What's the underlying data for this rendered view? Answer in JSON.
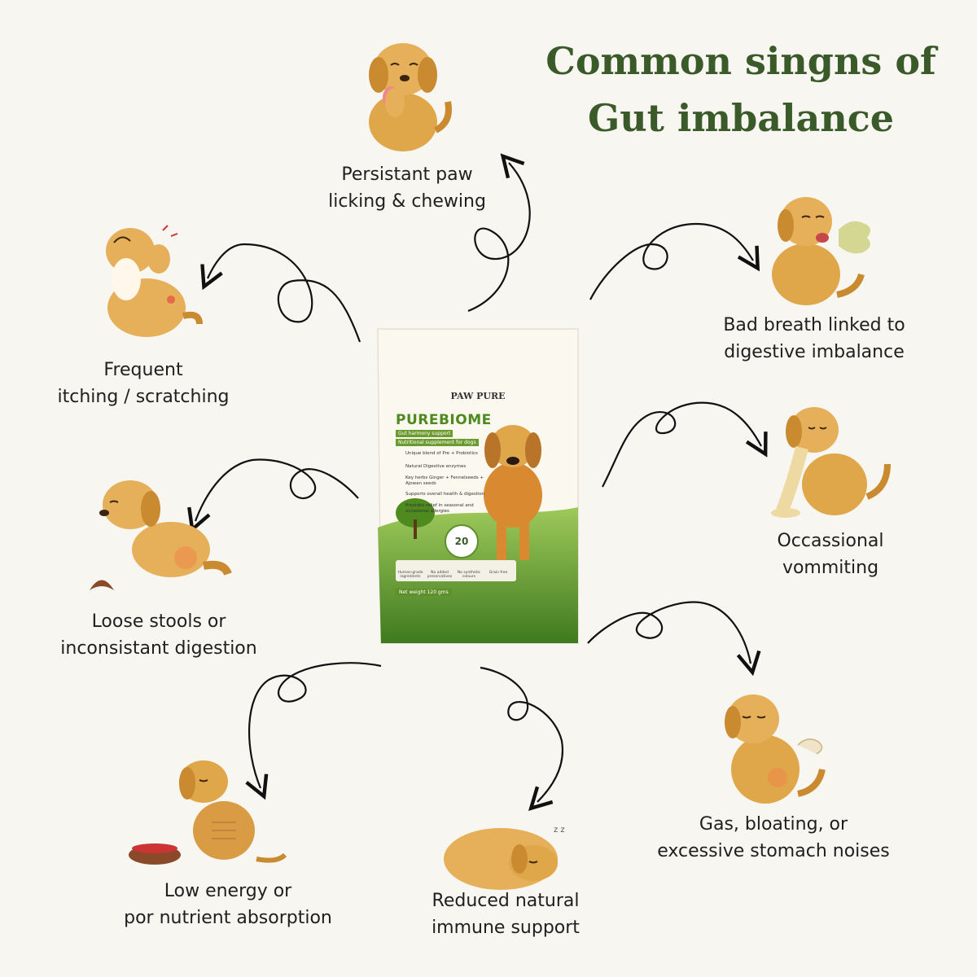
{
  "title": {
    "line1": "Common singns of",
    "line2": "Gut imbalance"
  },
  "symptoms": {
    "paw_licking": {
      "line1": "Persistant paw",
      "line2": "licking & chewing"
    },
    "itching": {
      "line1": "Frequent",
      "line2": "itching / scratching"
    },
    "bad_breath": {
      "line1": "Bad breath linked to",
      "line2": "digestive imbalance"
    },
    "vomiting": {
      "line1": "Occassional",
      "line2": "vommiting"
    },
    "loose_stools": {
      "line1": "Loose stools or",
      "line2": "inconsistant digestion"
    },
    "gas": {
      "line1": "Gas, bloating, or",
      "line2": "excessive stomach noises"
    },
    "low_energy": {
      "line1": "Low energy or",
      "line2": "por nutrient absorption"
    },
    "immune": {
      "line1": "Reduced natural",
      "line2": "immune support"
    }
  },
  "product": {
    "brand": "PAW PURE",
    "name": "PUREBIOME",
    "tagline": "Gut harmony support",
    "subtitle": "Nutritional supplement for dogs",
    "features": [
      "Unique blend of Pre + Probiotics",
      "Natural Digestive enzymes",
      "Key herbs Ginger + Fennelseeds + Ajowan seeds",
      "Supports overall health & digestion",
      "Provides relief in seasonal and occasional allergies"
    ],
    "seal_number": "20",
    "badges": [
      "Human-grade ingredients",
      "No added preservatives",
      "No synthetic colours",
      "Grain free"
    ],
    "net_weight": "Net weight 120 gms"
  },
  "colors": {
    "background": "#f8f6f1",
    "title": "#3b5a2a",
    "dog_fur": "#e0a64a",
    "brand_green": "#4f8a1f"
  }
}
